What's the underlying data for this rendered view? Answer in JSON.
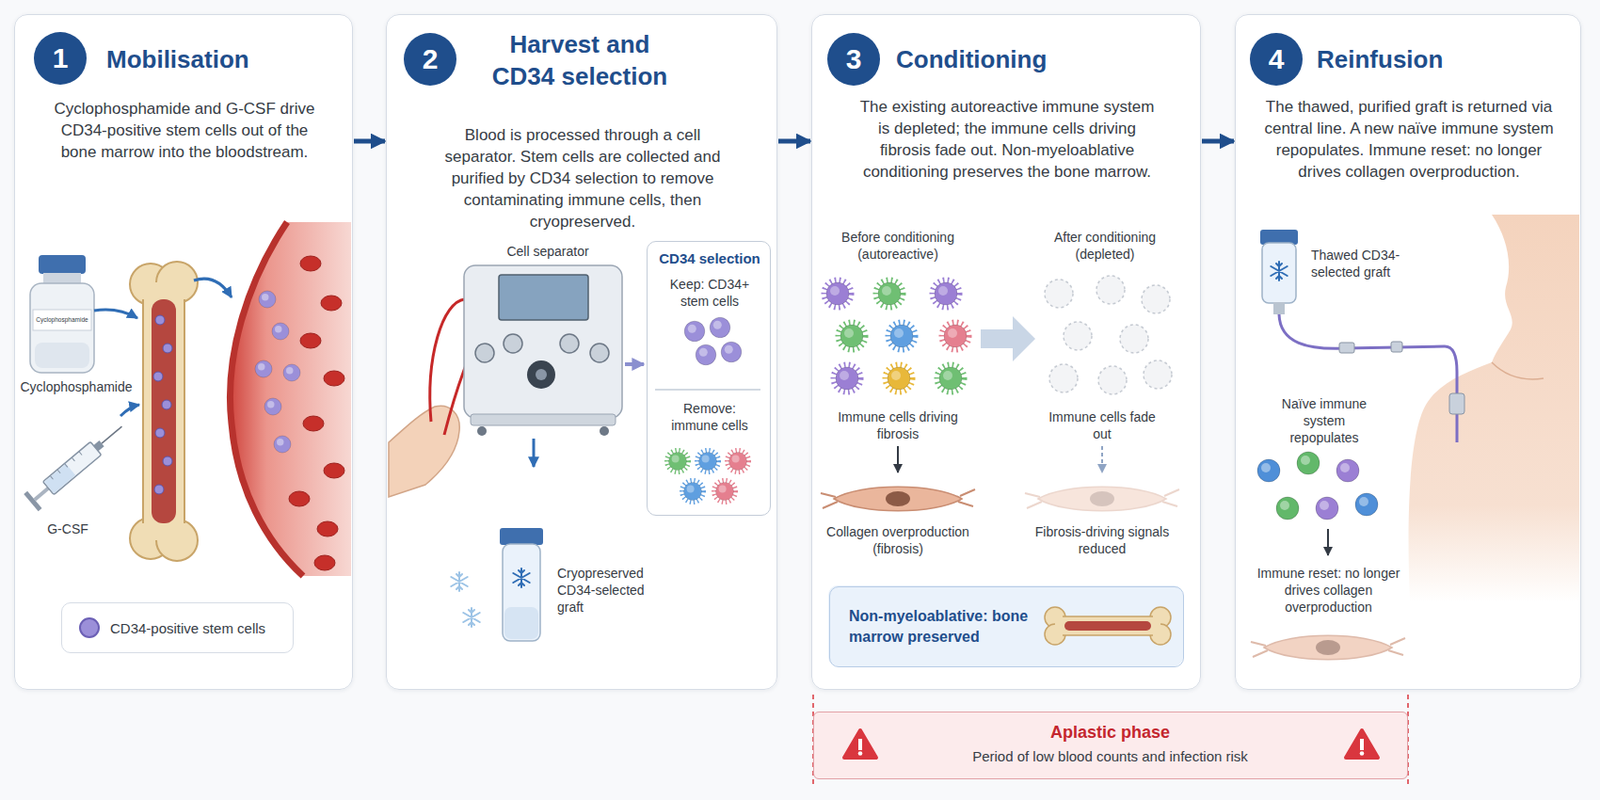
{
  "diagram": {
    "nodes": [
      {
        "text": [
          "Mobilisation",
          "Cyclophosphamide and G-CSF drive CD34-positive stem cells out of the bone marrow into the bloodstream."
        ]
      },
      {
        "text": [
          "1"
        ],
        "in": 0
      },
      {
        "text": [
          "Harvest and CD34 selection",
          "Blood is processed through a cell separator. Stem cells are collected and purified by CD34 selection to remove contaminating immune cells, then cryopreserved."
        ]
      },
      {
        "text": [
          "2"
        ],
        "in": 2
      },
      {
        "text": [
          "CD34 selection",
          "Keep: CD34+ stem cells",
          "Remove: immune cells"
        ],
        "in": 2
      },
      {
        "text": [
          "Conditioning",
          "The existing autoreactive immune system is depleted; the immune cells driving fibrosis fade out. Non-myeloablative conditioning preserves the bone marrow."
        ]
      },
      {
        "text": [
          "3"
        ],
        "in": 5
      },
      {
        "text": [
          "Non-myeloablative: bone marrow preserved"
        ],
        "in": 5
      },
      {
        "text": [
          "Reinfusion",
          "The thawed, purified graft is returned via central line. A new naïve immune system repopulates. Immune reset: no longer drives collagen overproduction."
        ]
      },
      {
        "text": [
          "4"
        ],
        "in": 8
      },
      {
        "text": [
          "Aplastic phase",
          "Period of low blood counts and infection risk"
        ]
      }
    ],
    "edges": [
      {
        "from": 0,
        "to": 2,
        "arrow": "to"
      },
      {
        "from": 2,
        "to": 5,
        "arrow": "to"
      },
      {
        "from": 5,
        "to": 8,
        "arrow": "to"
      }
    ],
    "labels": [
      "Cyclophosphamide",
      "Cyclophosphamide",
      "G-CSF",
      "Cell separator",
      "Cryopreserved CD34-selected graft",
      "Before conditioning (autoreactive)",
      "After conditioning (depleted)",
      "Immune cells driving fibrosis",
      "Collagen overproduction (fibrosis)",
      "Immune cells fade out",
      "Fibrosis-driving signals reduced",
      "Thawed CD34-selected graft",
      "Naïve immune system repopulates",
      "Immune reset: no longer drives collagen overproduction"
    ],
    "legend": [
      {
        "text": "CD34-positive stem cells",
        "color": "#9b8fd9"
      }
    ]
  }
}
